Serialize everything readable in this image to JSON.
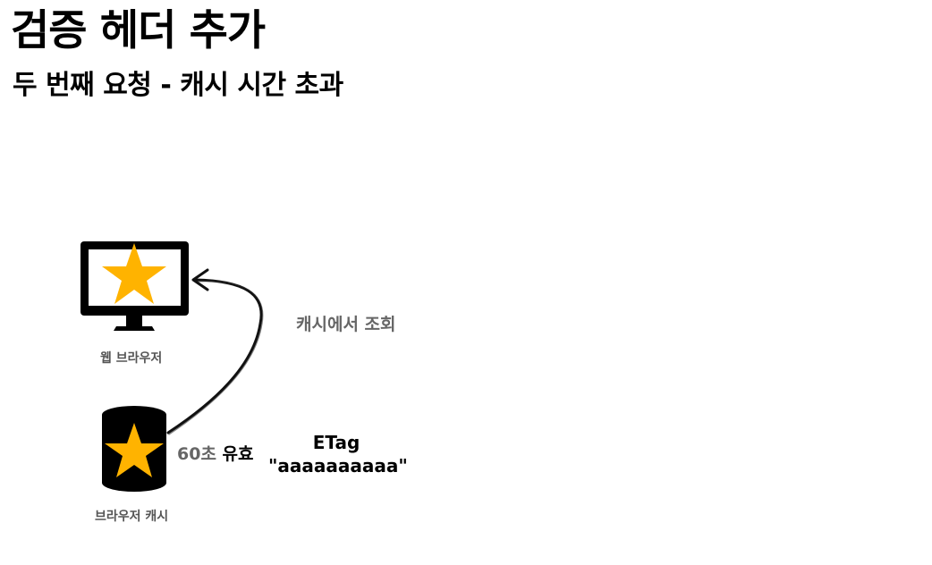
{
  "header": {
    "title": "검증 헤더 추가",
    "subtitle": "두 번째 요청 - 캐시 시간 초과"
  },
  "diagram": {
    "browser": {
      "label": "웹 브라우저",
      "icon": "monitor-star-icon"
    },
    "cache": {
      "label": "브라우저 캐시",
      "icon": "database-star-icon"
    },
    "arrow_label": "캐시에서 조회",
    "validity": {
      "duration": "60초",
      "status": "유효"
    },
    "etag": {
      "name": "ETag",
      "value": "\"aaaaaaaaaa\""
    },
    "colors": {
      "star": "#FFB300",
      "icon_body": "#000000"
    }
  }
}
